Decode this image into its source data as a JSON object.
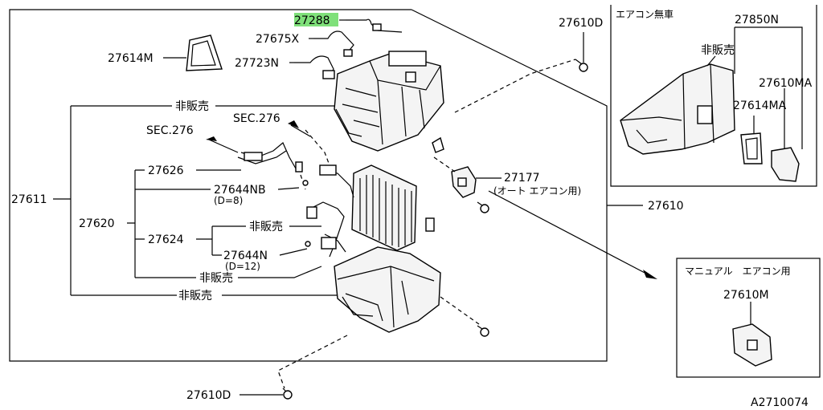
{
  "labels": {
    "p27288": "27288",
    "p27675x": "27675X",
    "p27723n": "27723N",
    "p27614m": "27614M",
    "p27610d_top": "27610D",
    "p27610d_bottom": "27610D",
    "p27611": "27611",
    "p27620": "27620",
    "p27626": "27626",
    "p27644nb": "27644NB",
    "d8": "(D=8)",
    "p27624": "27624",
    "p27644n": "27644N",
    "d12": "(D=12)",
    "hihanbai_1": "非販売",
    "hihanbai_2": "非販売",
    "hihanbai_3": "非販売",
    "hihanbai_4": "非販売",
    "hihanbai_5": "非販売",
    "sec276_a": "SEC.276",
    "sec276_b": "SEC.276",
    "p27177": "27177",
    "auto_aircon": "(オート エアコン用)",
    "p27610": "27610",
    "aircon_nashi": "エアコン無車",
    "p27850n": "27850N",
    "p27610ma": "27610MA",
    "p27614ma": "27614MA",
    "manual_aircon": "マニュアル　エアコン用",
    "p27610m": "27610M",
    "diagram_code": "A2710074"
  },
  "colors": {
    "highlight": "#7fe07a",
    "line": "#000000"
  }
}
